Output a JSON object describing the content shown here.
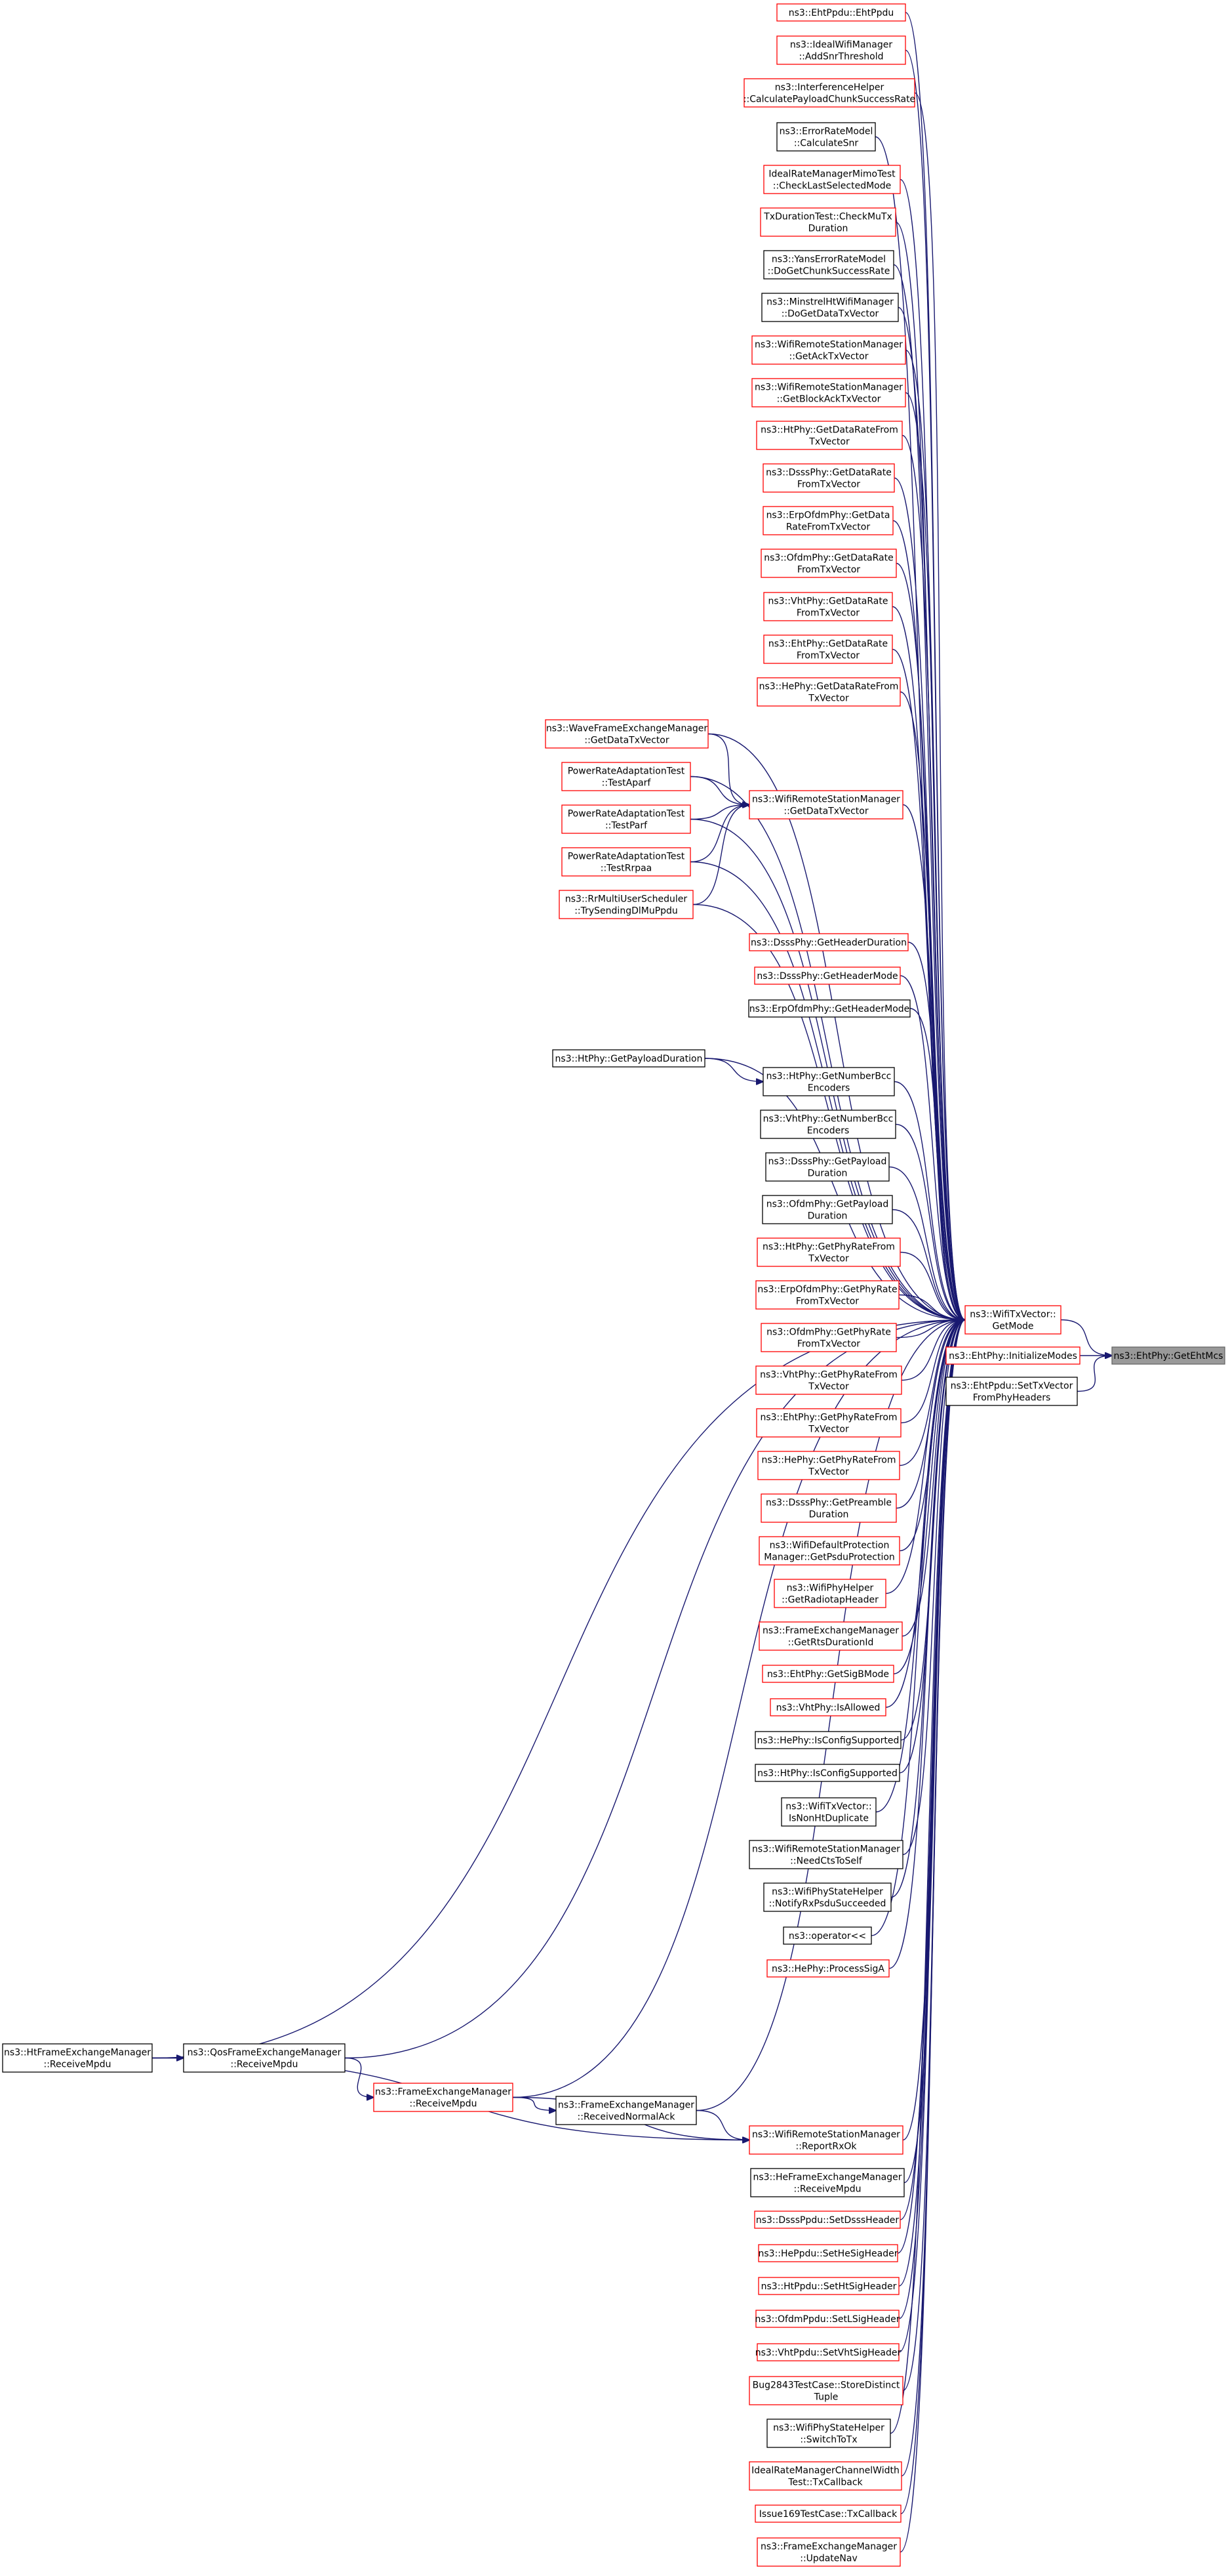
{
  "colors": {
    "edge": "#191970",
    "red_border": "#ff0000",
    "black_border": "#000000",
    "root_fill": "#999999"
  },
  "nodes": [
    {
      "id": "ehtpdu",
      "lines": [
        "ns3::EhtPpdu::EhtPpdu"
      ],
      "color": "red"
    },
    {
      "id": "addsnr",
      "lines": [
        "ns3::IdealWifiManager",
        "::AddSnrThreshold"
      ],
      "color": "red"
    },
    {
      "id": "interf",
      "lines": [
        "ns3::InterferenceHelper",
        "::CalculatePayloadChunkSuccessRate"
      ],
      "color": "red"
    },
    {
      "id": "errcalc",
      "lines": [
        "ns3::ErrorRateModel",
        "::CalculateSnr"
      ],
      "color": "black"
    },
    {
      "id": "idealmimo",
      "lines": [
        "IdealRateManagerMimoTest",
        "::CheckLastSelectedMode"
      ],
      "color": "red"
    },
    {
      "id": "txdur",
      "lines": [
        "TxDurationTest::CheckMuTx",
        "Duration"
      ],
      "color": "red"
    },
    {
      "id": "yans",
      "lines": [
        "ns3::YansErrorRateModel",
        "::DoGetChunkSuccessRate"
      ],
      "color": "black"
    },
    {
      "id": "minstrel",
      "lines": [
        "ns3::MinstrelHtWifiManager",
        "::DoGetDataTxVector"
      ],
      "color": "black"
    },
    {
      "id": "getack",
      "lines": [
        "ns3::WifiRemoteStationManager",
        "::GetAckTxVector"
      ],
      "color": "red"
    },
    {
      "id": "getblockack",
      "lines": [
        "ns3::WifiRemoteStationManager",
        "::GetBlockAckTxVector"
      ],
      "color": "red"
    },
    {
      "id": "htdr",
      "lines": [
        "ns3::HtPhy::GetDataRateFrom",
        "TxVector"
      ],
      "color": "red"
    },
    {
      "id": "dsssdr",
      "lines": [
        "ns3::DsssPhy::GetDataRate",
        "FromTxVector"
      ],
      "color": "red"
    },
    {
      "id": "erpdr",
      "lines": [
        "ns3::ErpOfdmPhy::GetData",
        "RateFromTxVector"
      ],
      "color": "red"
    },
    {
      "id": "ofdmdr",
      "lines": [
        "ns3::OfdmPhy::GetDataRate",
        "FromTxVector"
      ],
      "color": "red"
    },
    {
      "id": "vhtdr",
      "lines": [
        "ns3::VhtPhy::GetDataRate",
        "FromTxVector"
      ],
      "color": "red"
    },
    {
      "id": "ehtdr",
      "lines": [
        "ns3::EhtPhy::GetDataRate",
        "FromTxVector"
      ],
      "color": "red"
    },
    {
      "id": "hedr",
      "lines": [
        "ns3::HePhy::GetDataRateFrom",
        "TxVector"
      ],
      "color": "red"
    },
    {
      "id": "wavefem",
      "lines": [
        "ns3::WaveFrameExchangeManager",
        "::GetDataTxVector"
      ],
      "color": "red"
    },
    {
      "id": "prat_aparf",
      "lines": [
        "PowerRateAdaptationTest",
        "::TestAparf"
      ],
      "color": "red"
    },
    {
      "id": "wrsm_gdtv",
      "lines": [
        "ns3::WifiRemoteStationManager",
        "::GetDataTxVector"
      ],
      "color": "red"
    },
    {
      "id": "prat_parf",
      "lines": [
        "PowerRateAdaptationTest",
        "::TestParf"
      ],
      "color": "red"
    },
    {
      "id": "prat_rrpaa",
      "lines": [
        "PowerRateAdaptationTest",
        "::TestRrpaa"
      ],
      "color": "red"
    },
    {
      "id": "rrmulti",
      "lines": [
        "ns3::RrMultiUserScheduler",
        "::TrySendingDlMuPpdu"
      ],
      "color": "red"
    },
    {
      "id": "dssshd",
      "lines": [
        "ns3::DsssPhy::GetHeaderDuration"
      ],
      "color": "red"
    },
    {
      "id": "dssshm",
      "lines": [
        "ns3::DsssPhy::GetHeaderMode"
      ],
      "color": "red"
    },
    {
      "id": "erphm",
      "lines": [
        "ns3::ErpOfdmPhy::GetHeaderMode"
      ],
      "color": "black"
    },
    {
      "id": "htpayload",
      "lines": [
        "ns3::HtPhy::GetPayloadDuration"
      ],
      "color": "black"
    },
    {
      "id": "htnbcc",
      "lines": [
        "ns3::HtPhy::GetNumberBcc",
        "Encoders"
      ],
      "color": "black"
    },
    {
      "id": "vhtnbcc",
      "lines": [
        "ns3::VhtPhy::GetNumberBcc",
        "Encoders"
      ],
      "color": "black"
    },
    {
      "id": "dssspd",
      "lines": [
        "ns3::DsssPhy::GetPayload",
        "Duration"
      ],
      "color": "black"
    },
    {
      "id": "ofdmpd",
      "lines": [
        "ns3::OfdmPhy::GetPayload",
        "Duration"
      ],
      "color": "black"
    },
    {
      "id": "htpr",
      "lines": [
        "ns3::HtPhy::GetPhyRateFrom",
        "TxVector"
      ],
      "color": "red"
    },
    {
      "id": "erppr",
      "lines": [
        "ns3::ErpOfdmPhy::GetPhyRate",
        "FromTxVector"
      ],
      "color": "red"
    },
    {
      "id": "ofdmpr",
      "lines": [
        "ns3::OfdmPhy::GetPhyRate",
        "FromTxVector"
      ],
      "color": "red"
    },
    {
      "id": "vhtpr",
      "lines": [
        "ns3::VhtPhy::GetPhyRateFrom",
        "TxVector"
      ],
      "color": "red"
    },
    {
      "id": "ehtpr",
      "lines": [
        "ns3::EhtPhy::GetPhyRateFrom",
        "TxVector"
      ],
      "color": "red"
    },
    {
      "id": "hepr",
      "lines": [
        "ns3::HePhy::GetPhyRateFrom",
        "TxVector"
      ],
      "color": "red"
    },
    {
      "id": "dssspre",
      "lines": [
        "ns3::DsssPhy::GetPreamble",
        "Duration"
      ],
      "color": "red"
    },
    {
      "id": "defprot",
      "lines": [
        "ns3::WifiDefaultProtection",
        "Manager::GetPsduProtection"
      ],
      "color": "red"
    },
    {
      "id": "radiotap",
      "lines": [
        "ns3::WifiPhyHelper",
        "::GetRadiotapHeader"
      ],
      "color": "red"
    },
    {
      "id": "rtsdur",
      "lines": [
        "ns3::FrameExchangeManager",
        "::GetRtsDurationId"
      ],
      "color": "red"
    },
    {
      "id": "sigb",
      "lines": [
        "ns3::EhtPhy::GetSigBMode"
      ],
      "color": "red"
    },
    {
      "id": "vhtallowed",
      "lines": [
        "ns3::VhtPhy::IsAllowed"
      ],
      "color": "red"
    },
    {
      "id": "hecfg",
      "lines": [
        "ns3::HePhy::IsConfigSupported"
      ],
      "color": "black"
    },
    {
      "id": "htcfg",
      "lines": [
        "ns3::HtPhy::IsConfigSupported"
      ],
      "color": "black"
    },
    {
      "id": "nonht",
      "lines": [
        "ns3::WifiTxVector::",
        "IsNonHtDuplicate"
      ],
      "color": "black"
    },
    {
      "id": "ctsself",
      "lines": [
        "ns3::WifiRemoteStationManager",
        "::NeedCtsToSelf"
      ],
      "color": "black"
    },
    {
      "id": "notifyrx",
      "lines": [
        "ns3::WifiPhyStateHelper",
        "::NotifyRxPsduSucceeded"
      ],
      "color": "black"
    },
    {
      "id": "oplt",
      "lines": [
        "ns3::operator<<"
      ],
      "color": "black"
    },
    {
      "id": "sigaproc",
      "lines": [
        "ns3::HePhy::ProcessSigA"
      ],
      "color": "red"
    },
    {
      "id": "htfem",
      "lines": [
        "ns3::HtFrameExchangeManager",
        "::ReceiveMpdu"
      ],
      "color": "black"
    },
    {
      "id": "qosfem",
      "lines": [
        "ns3::QosFrameExchangeManager",
        "::ReceiveMpdu"
      ],
      "color": "black"
    },
    {
      "id": "fem",
      "lines": [
        "ns3::FrameExchangeManager",
        "::ReceiveMpdu"
      ],
      "color": "red"
    },
    {
      "id": "femack",
      "lines": [
        "ns3::FrameExchangeManager",
        "::ReceivedNormalAck"
      ],
      "color": "black"
    },
    {
      "id": "reportrx",
      "lines": [
        "ns3::WifiRemoteStationManager",
        "::ReportRxOk"
      ],
      "color": "red"
    },
    {
      "id": "hefem",
      "lines": [
        "ns3::HeFrameExchangeManager",
        "::ReceiveMpdu"
      ],
      "color": "black"
    },
    {
      "id": "setdsss",
      "lines": [
        "ns3::DsssPpdu::SetDsssHeader"
      ],
      "color": "red"
    },
    {
      "id": "sethesig",
      "lines": [
        "ns3::HePpdu::SetHeSigHeader"
      ],
      "color": "red"
    },
    {
      "id": "sethtsig",
      "lines": [
        "ns3::HtPpdu::SetHtSigHeader"
      ],
      "color": "red"
    },
    {
      "id": "setlsig",
      "lines": [
        "ns3::OfdmPpdu::SetLSigHeader"
      ],
      "color": "red"
    },
    {
      "id": "setvhtsig",
      "lines": [
        "ns3::VhtPpdu::SetVhtSigHeader"
      ],
      "color": "red"
    },
    {
      "id": "bug2843",
      "lines": [
        "Bug2843TestCase::StoreDistinct",
        "Tuple"
      ],
      "color": "red"
    },
    {
      "id": "switchtx",
      "lines": [
        "ns3::WifiPhyStateHelper",
        "::SwitchToTx"
      ],
      "color": "black"
    },
    {
      "id": "idealcw",
      "lines": [
        "IdealRateManagerChannelWidth",
        "Test::TxCallback"
      ],
      "color": "red"
    },
    {
      "id": "issue169",
      "lines": [
        "Issue169TestCase::TxCallback"
      ],
      "color": "red"
    },
    {
      "id": "updatenav",
      "lines": [
        "ns3::FrameExchangeManager",
        "::UpdateNav"
      ],
      "color": "red"
    },
    {
      "id": "getmode",
      "lines": [
        "ns3::WifiTxVector::",
        "GetMode"
      ],
      "color": "red"
    },
    {
      "id": "initmodes",
      "lines": [
        "ns3::EhtPhy::InitializeModes"
      ],
      "color": "red"
    },
    {
      "id": "settxvec",
      "lines": [
        "ns3::EhtPpdu::SetTxVector",
        "FromPhyHeaders"
      ],
      "color": "black"
    },
    {
      "id": "getehtmcs",
      "lines": [
        "ns3::EhtPhy::GetEhtMcs"
      ],
      "color": "root"
    }
  ],
  "edges": [
    [
      "getmode",
      "getehtmcs"
    ],
    [
      "initmodes",
      "getehtmcs"
    ],
    [
      "settxvec",
      "getehtmcs"
    ],
    [
      "ehtpdu",
      "getmode"
    ],
    [
      "addsnr",
      "getmode"
    ],
    [
      "interf",
      "getmode"
    ],
    [
      "errcalc",
      "getmode"
    ],
    [
      "idealmimo",
      "getmode"
    ],
    [
      "txdur",
      "getmode"
    ],
    [
      "yans",
      "getmode"
    ],
    [
      "minstrel",
      "getmode"
    ],
    [
      "getack",
      "getmode"
    ],
    [
      "getblockack",
      "getmode"
    ],
    [
      "htdr",
      "getmode"
    ],
    [
      "dsssdr",
      "getmode"
    ],
    [
      "erpdr",
      "getmode"
    ],
    [
      "ofdmdr",
      "getmode"
    ],
    [
      "vhtdr",
      "getmode"
    ],
    [
      "ehtdr",
      "getmode"
    ],
    [
      "hedr",
      "getmode"
    ],
    [
      "wavefem",
      "getmode"
    ],
    [
      "prat_aparf",
      "getmode"
    ],
    [
      "wrsm_gdtv",
      "getmode"
    ],
    [
      "prat_parf",
      "getmode"
    ],
    [
      "prat_rrpaa",
      "getmode"
    ],
    [
      "rrmulti",
      "getmode"
    ],
    [
      "dssshd",
      "getmode"
    ],
    [
      "dssshm",
      "getmode"
    ],
    [
      "erphm",
      "getmode"
    ],
    [
      "htpayload",
      "getmode"
    ],
    [
      "htnbcc",
      "getmode"
    ],
    [
      "vhtnbcc",
      "getmode"
    ],
    [
      "dssspd",
      "getmode"
    ],
    [
      "ofdmpd",
      "getmode"
    ],
    [
      "htpr",
      "getmode"
    ],
    [
      "erppr",
      "getmode"
    ],
    [
      "ofdmpr",
      "getmode"
    ],
    [
      "vhtpr",
      "getmode"
    ],
    [
      "ehtpr",
      "getmode"
    ],
    [
      "hepr",
      "getmode"
    ],
    [
      "dssspre",
      "getmode"
    ],
    [
      "defprot",
      "getmode"
    ],
    [
      "radiotap",
      "getmode"
    ],
    [
      "rtsdur",
      "getmode"
    ],
    [
      "sigb",
      "getmode"
    ],
    [
      "vhtallowed",
      "getmode"
    ],
    [
      "hecfg",
      "getmode"
    ],
    [
      "htcfg",
      "getmode"
    ],
    [
      "nonht",
      "getmode"
    ],
    [
      "ctsself",
      "getmode"
    ],
    [
      "notifyrx",
      "getmode"
    ],
    [
      "oplt",
      "getmode"
    ],
    [
      "sigaproc",
      "getmode"
    ],
    [
      "htfem",
      "getmode"
    ],
    [
      "qosfem",
      "getmode"
    ],
    [
      "fem",
      "getmode"
    ],
    [
      "femack",
      "getmode"
    ],
    [
      "reportrx",
      "getmode"
    ],
    [
      "hefem",
      "getmode"
    ],
    [
      "setdsss",
      "getmode"
    ],
    [
      "sethesig",
      "getmode"
    ],
    [
      "sethtsig",
      "getmode"
    ],
    [
      "setlsig",
      "getmode"
    ],
    [
      "setvhtsig",
      "getmode"
    ],
    [
      "bug2843",
      "getmode"
    ],
    [
      "switchtx",
      "getmode"
    ],
    [
      "idealcw",
      "getmode"
    ],
    [
      "issue169",
      "getmode"
    ],
    [
      "updatenav",
      "getmode"
    ],
    [
      "prat_aparf",
      "wrsm_gdtv"
    ],
    [
      "wavefem",
      "wrsm_gdtv"
    ],
    [
      "prat_parf",
      "wrsm_gdtv"
    ],
    [
      "prat_rrpaa",
      "wrsm_gdtv"
    ],
    [
      "rrmulti",
      "wrsm_gdtv"
    ],
    [
      "htpayload",
      "htnbcc"
    ],
    [
      "htfem",
      "qosfem"
    ],
    [
      "qosfem",
      "fem"
    ],
    [
      "fem",
      "femack"
    ],
    [
      "femack",
      "reportrx"
    ],
    [
      "htfem",
      "reportrx"
    ],
    [
      "fem",
      "reportrx"
    ]
  ]
}
